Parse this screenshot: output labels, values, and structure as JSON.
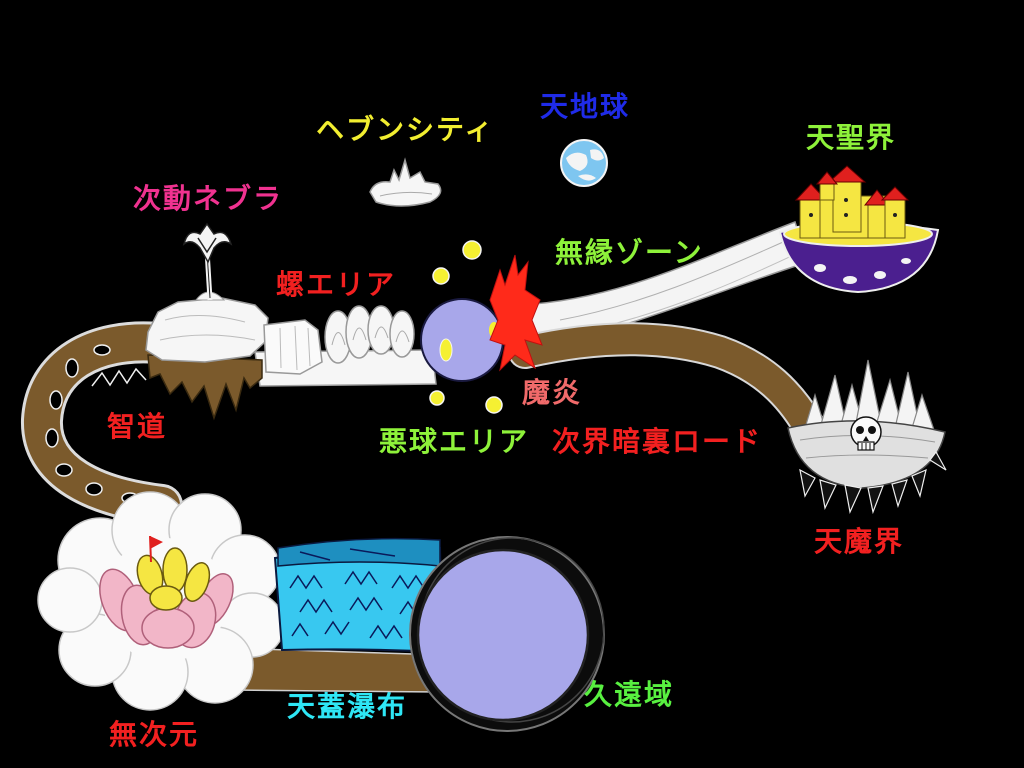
{
  "map": {
    "labels": {
      "heaven_city": {
        "text": "ヘブンシティ",
        "color": "#f2ee30"
      },
      "heaven_globe": {
        "text": "天地球",
        "color": "#1f2be8"
      },
      "holy_realm": {
        "text": "天聖界",
        "color": "#8ef23a"
      },
      "nebula": {
        "text": "次動ネブラ",
        "color": "#f03290"
      },
      "void_zone": {
        "text": "無縁ゾーン",
        "color": "#8ef23a"
      },
      "spiral_area": {
        "text": "螺エリア",
        "color": "#f22020"
      },
      "demon_flame": {
        "text": "魔炎",
        "color": "#f06a6a"
      },
      "wisdom_path": {
        "text": "智道",
        "color": "#f22020"
      },
      "evil_orb_area": {
        "text": "悪球エリア",
        "color": "#8ef23a"
      },
      "dark_road": {
        "text": "次界暗裏ロード",
        "color": "#f22020"
      },
      "demon_realm": {
        "text": "天魔界",
        "color": "#f22020"
      },
      "eternal_domain": {
        "text": "久遠域",
        "color": "#58f040"
      },
      "sky_waterfall": {
        "text": "天蓋瀑布",
        "color": "#2ee6f5"
      },
      "no_dimension": {
        "text": "無次元",
        "color": "#f22020"
      }
    },
    "colors": {
      "background": "#000000",
      "road_brown": "#7b5a2c",
      "orb_lavender": "#a8a7ea",
      "waterfall_cyan": "#38c8f0",
      "flame_red": "#ff2a1a",
      "orb_yellow": "#f5f032"
    }
  }
}
